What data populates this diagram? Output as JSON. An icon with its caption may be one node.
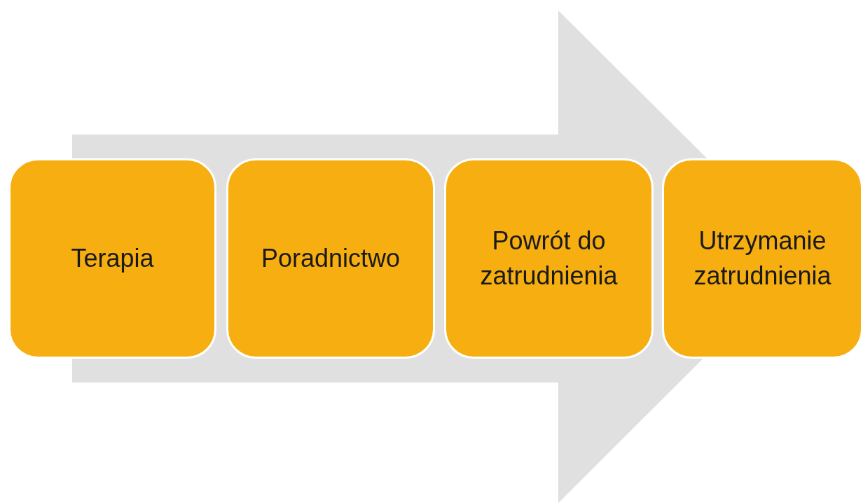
{
  "diagram": {
    "nodes": [
      {
        "text": [
          "Terapia"
        ]
      },
      {
        "text": [
          "Poradnictwo"
        ]
      },
      {
        "text": [
          "Powrót do zatrudnienia"
        ]
      },
      {
        "text": [
          "Utrzymanie zatrudnienia"
        ]
      }
    ],
    "edges": [
      {
        "from": 0,
        "to": 3,
        "arrow": "to",
        "style": "thick"
      }
    ]
  }
}
